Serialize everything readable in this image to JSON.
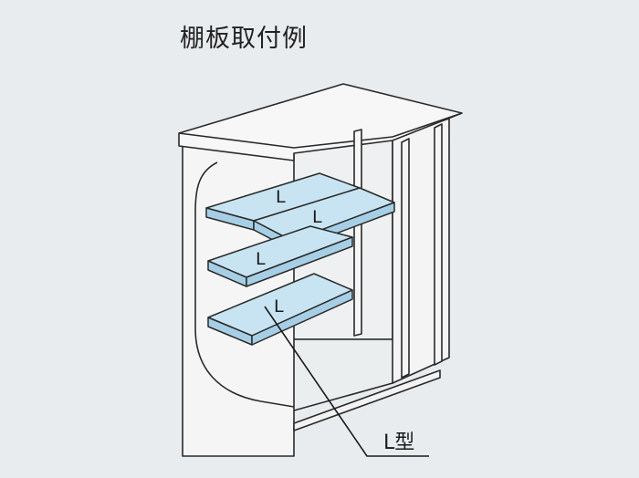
{
  "title": "棚板取付例",
  "labels": {
    "shelf_top_left": "L",
    "shelf_top_right": "L",
    "shelf_middle": "L",
    "shelf_bottom": "L",
    "callout": "L型"
  },
  "colors": {
    "background": "#e8ecef",
    "cabinet": "#f2f2f2",
    "outline": "#2a2a2a",
    "shelf_top": "#c8e4f2",
    "shelf_edge": "#a6cfe6"
  }
}
